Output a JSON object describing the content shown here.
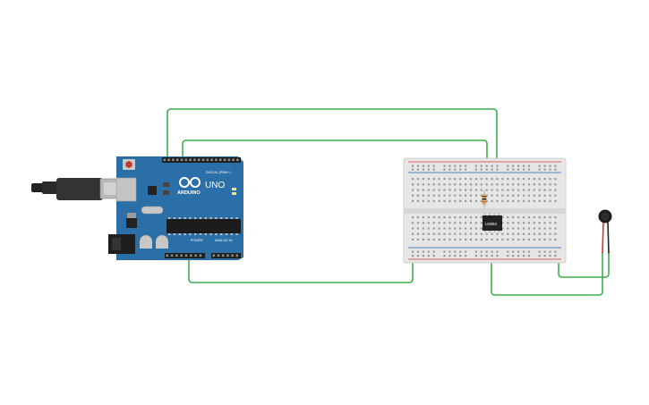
{
  "canvas": {
    "background": "#ffffff",
    "wire_color": "#3cb04a"
  },
  "arduino": {
    "model_label": "UNO",
    "brand_label": "ARDUINO",
    "digital_label": "DIGITAL (PWM~)",
    "power_label": "POWER",
    "analog_label": "ANALOG IN",
    "board_color": "#2a6fa8",
    "icons": [
      "usb-connector-icon",
      "power-jack-icon",
      "reset-button-icon",
      "microcontroller-chip-icon",
      "arduino-logo-icon"
    ]
  },
  "breadboard": {
    "body_color": "#e6e6e6",
    "plus_rail_color": "#d9342b",
    "minus_rail_color": "#1f5fb0"
  },
  "driver_chip": {
    "label": "LM393"
  },
  "vibration_motor": {
    "lead_colors": [
      "#d9342b",
      "#222222"
    ],
    "icon": "vibration-motor-icon"
  }
}
